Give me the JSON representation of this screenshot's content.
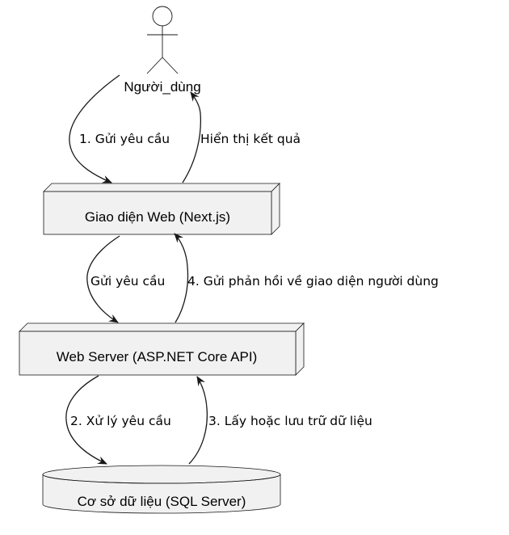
{
  "actor": {
    "label": "Người_dùng"
  },
  "nodes": {
    "frontend": {
      "label": "Giao diện Web (Next.js)"
    },
    "backend": {
      "label": "Web Server (ASP.NET Core API)"
    },
    "database": {
      "label": "Cơ sở dữ liệu (SQL Server)"
    }
  },
  "edges": {
    "user_to_frontend": "1. Gửi yêu cầu",
    "frontend_to_user": "Hiển thị kết quả",
    "frontend_to_backend": "Gửi yêu cầu",
    "backend_to_frontend": "4. Gửi phản hồi về giao diện người dùng",
    "backend_to_db": "2. Xử lý yêu cầu",
    "db_to_backend": "3. Lấy hoặc lưu trữ dữ liệu"
  },
  "colors": {
    "shape_fill": "#f1f1f1",
    "stroke": "#181818",
    "text": "#000000"
  }
}
